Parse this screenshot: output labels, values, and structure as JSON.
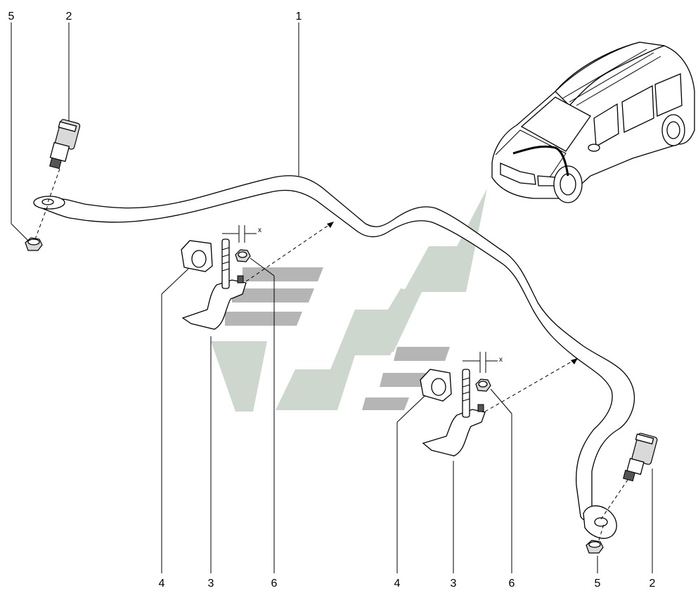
{
  "callouts": {
    "top_5": "5",
    "top_2": "2",
    "top_1": "1",
    "bl_4": "4",
    "bl_3": "3",
    "bl_6": "6",
    "br_4": "4",
    "br_3": "3",
    "br_6": "6",
    "br_5": "5",
    "br_2": "2"
  },
  "dimension_labels": {
    "left_x": "x",
    "right_x": "x"
  },
  "colors": {
    "line": "#000000",
    "watermark_grey": "#b5b5b5",
    "watermark_green": "#cdd7cd",
    "part_fill": "#ffffff"
  }
}
